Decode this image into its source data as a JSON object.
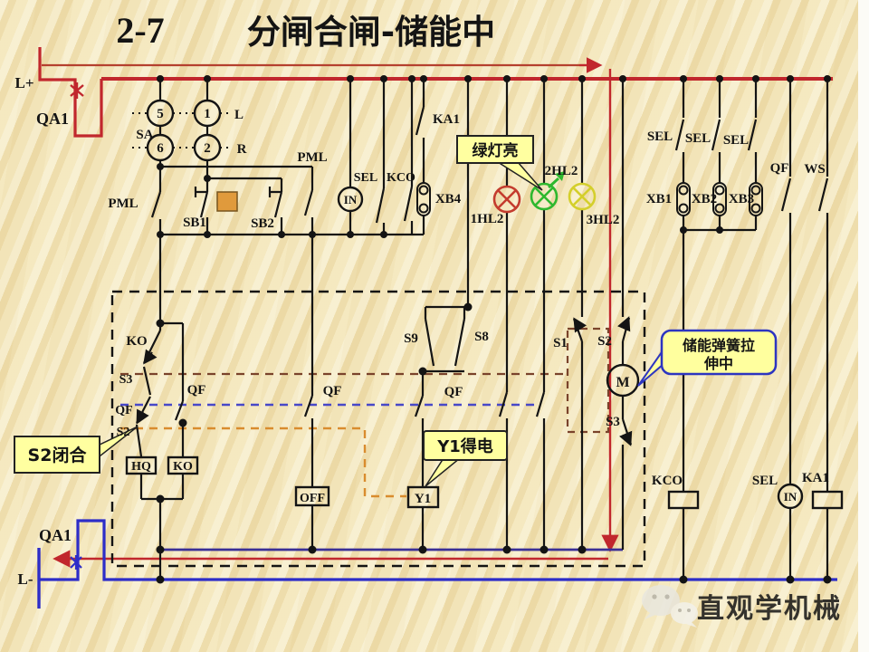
{
  "title": {
    "number": "2-7",
    "text": "分闸合闸-储能中"
  },
  "power": {
    "l_plus": "L+",
    "qa1_top": "QA1",
    "qa1_bottom": "QA1",
    "l_minus": "L-"
  },
  "sa": {
    "label": "SA",
    "n5": "5",
    "n1": "1",
    "n6": "6",
    "n2": "2",
    "pos_l": "L",
    "pos_r": "R"
  },
  "top": {
    "pml_left": "PML",
    "pml_right": "PML",
    "sb1": "SB1",
    "sb2": "SB2",
    "in_meter": "IN",
    "sel": "SEL",
    "kco": "KCO",
    "ka1": "KA1",
    "xb4": "XB4"
  },
  "lamps": {
    "hl1": "1HL2",
    "hl2": "2HL2",
    "hl3": "3HL2"
  },
  "right": {
    "sel1": "SEL",
    "sel2": "SEL",
    "sel3": "SEL",
    "xb1": "XB1",
    "xb2": "XB2",
    "xb3": "XB3",
    "qf": "QF",
    "ws": "WS",
    "kco_coil": "KCO",
    "sel_meter": "SEL",
    "in_meter": "IN",
    "ka1_coil": "KA1"
  },
  "box": {
    "ko": "KO",
    "s3_left": "S3",
    "qf_left": "QF",
    "s2_left": "S2",
    "qf_a": "QF",
    "qf_b": "QF",
    "qf_c": "QF",
    "s9": "S9",
    "s8": "S8",
    "s1": "S1",
    "s2_right": "S2",
    "motor": "M",
    "s3_right": "S3",
    "hq": "HQ",
    "ko_coil": "KO",
    "off": "OFF",
    "y1": "Y1"
  },
  "callouts": {
    "green": "绿灯亮",
    "s2": "S2闭合",
    "y1": "Y1得电",
    "spring1": "储能弹簧拉",
    "spring2": "伸中"
  },
  "watermark": {
    "text": "直观学机械"
  },
  "colors": {
    "background": "#f2e3b2",
    "bus_positive": "#c1272d",
    "bus_negative": "#2d2dc8",
    "inner_neutral_bus": "#3a2f96",
    "flow_trace": "#c1272d",
    "lamp_red": "#c43c2e",
    "lamp_green": "#2eb82e",
    "lamp_yellow": "#d4cf2c",
    "callout_fill": "#ffffa0",
    "callout_border_blue": "#2d35c0",
    "annotation_brown": "#7a432b",
    "annotation_blue": "#4848c8",
    "annotation_orange": "#d98c2e",
    "indicator_square": "#e09a3c",
    "watermark_gray": "#b5b2a8"
  }
}
